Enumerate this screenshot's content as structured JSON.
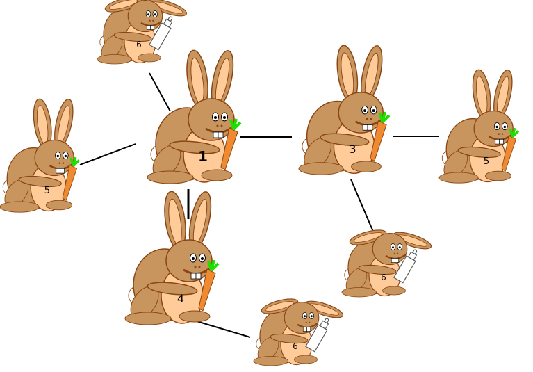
{
  "diagram": {
    "nodes": [
      {
        "id": "r1",
        "label": "1",
        "kind": "carrot",
        "emphasis": true
      },
      {
        "id": "r-top",
        "label": "6",
        "kind": "bottle"
      },
      {
        "id": "r-left",
        "label": "5",
        "kind": "carrot"
      },
      {
        "id": "r3",
        "label": "3",
        "kind": "carrot"
      },
      {
        "id": "r-right",
        "label": "5",
        "kind": "carrot"
      },
      {
        "id": "r4",
        "label": "4",
        "kind": "carrot"
      },
      {
        "id": "r-bottom",
        "label": "6",
        "kind": "bottle"
      },
      {
        "id": "r-lowright",
        "label": "6",
        "kind": "bottle"
      }
    ],
    "edges": [
      [
        "r1",
        "r-top"
      ],
      [
        "r1",
        "r-left"
      ],
      [
        "r1",
        "r3"
      ],
      [
        "r1",
        "r4"
      ],
      [
        "r4",
        "r-bottom"
      ],
      [
        "r3",
        "r-lowright"
      ],
      [
        "r3",
        "r-right"
      ]
    ],
    "colors": {
      "fur": "#c8955f",
      "belly": "#ffcc99",
      "outline": "#8b4513",
      "carrot": "#f08a30",
      "leaf": "#22dd00"
    }
  }
}
